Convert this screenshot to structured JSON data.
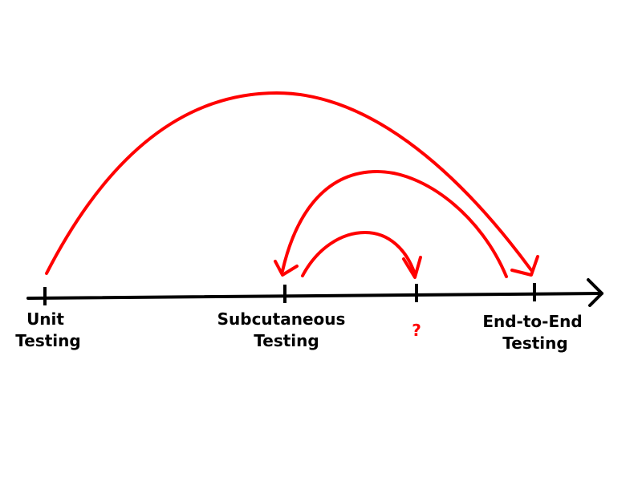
{
  "diagram": {
    "labels": {
      "unit": [
        "Unit",
        "Testing"
      ],
      "subcutaneous": [
        "Subcutaneous",
        "Testing"
      ],
      "unknown": "?",
      "e2e": [
        "End-to-End",
        "Testing"
      ]
    },
    "colors": {
      "axis": "#000000",
      "arrows": "#ff0000",
      "question": "#ff0000"
    },
    "arrows": [
      {
        "from": "unit",
        "to": "e2e"
      },
      {
        "from": "e2e",
        "to": "subcutaneous"
      },
      {
        "from": "subcutaneous",
        "to": "unknown"
      }
    ]
  }
}
